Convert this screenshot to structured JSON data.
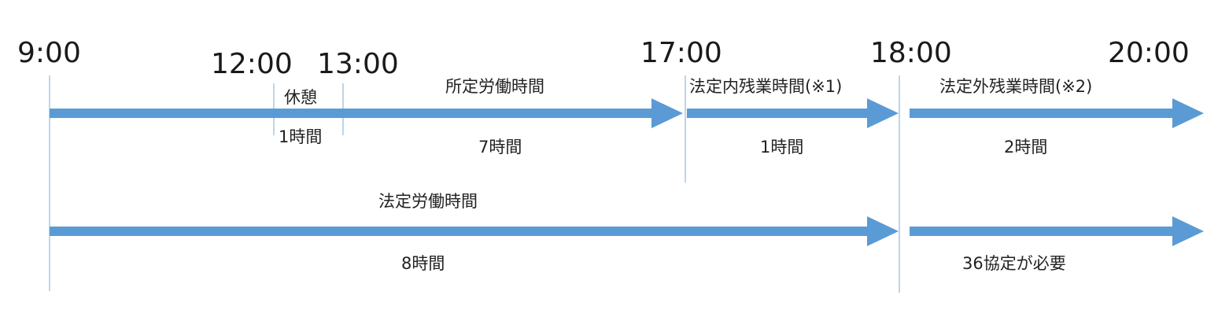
{
  "times": {
    "t0900": "9:00",
    "t1200": "12:00",
    "t1300": "13:00",
    "t1700": "17:00",
    "t1800": "18:00",
    "t2000": "20:00"
  },
  "segments": {
    "break": {
      "title": "休憩",
      "duration": "1時間"
    },
    "scheduled": {
      "title": "所定労働時間",
      "duration": "7時間"
    },
    "legal_overtime_within": {
      "title": "法定内残業時間(※1)",
      "duration": "1時間"
    },
    "legal_overtime_beyond": {
      "title": "法定外残業時間(※2)",
      "duration": "2時間"
    }
  },
  "legal": {
    "title": "法定労働時間",
    "duration": "8時間",
    "agreement_note": "36協定が必要"
  },
  "colors": {
    "arrow": "#5b9bd5",
    "guide": "#bcd6ec",
    "text": "#222222"
  }
}
